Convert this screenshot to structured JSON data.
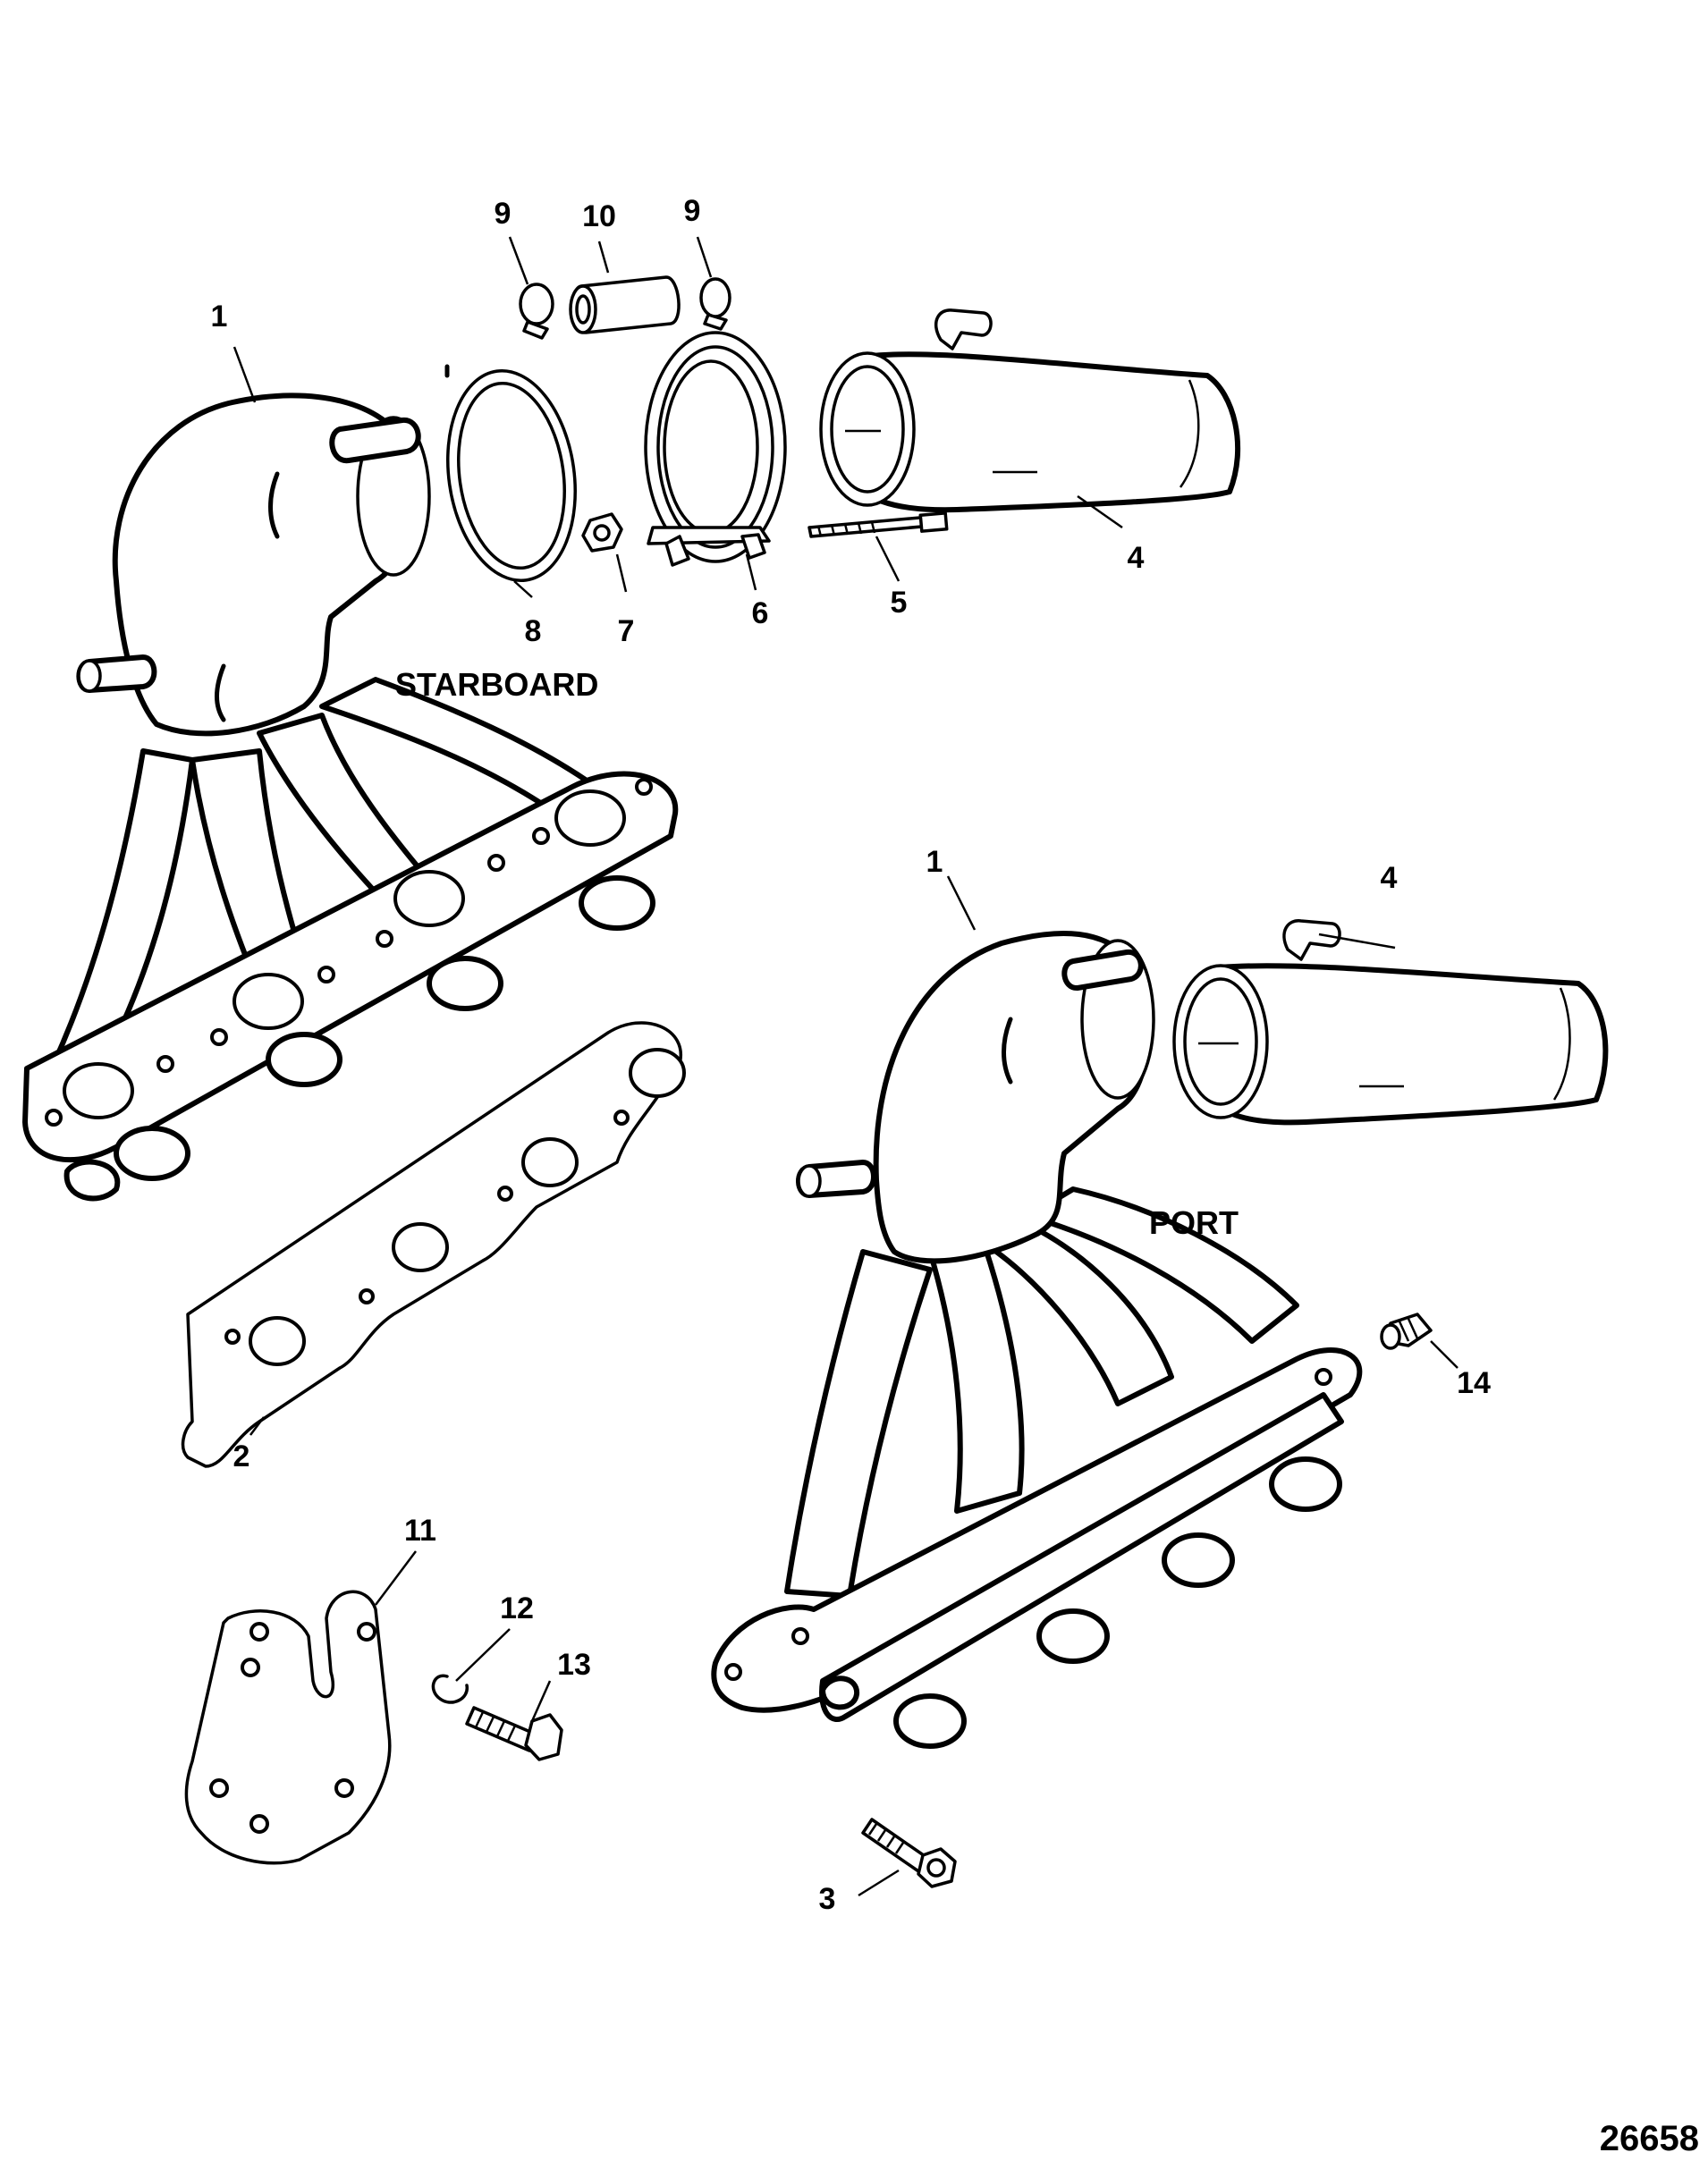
{
  "diagram": {
    "figure_number": "26658",
    "side_labels": {
      "starboard": "STARBOARD",
      "port": "PORT"
    },
    "callouts": {
      "c1_starboard": "1",
      "c1_port": "1",
      "c2": "2",
      "c3": "3",
      "c4_starboard": "4",
      "c4_port": "4",
      "c5": "5",
      "c6": "6",
      "c7": "7",
      "c8": "8",
      "c9_left": "9",
      "c9_right": "9",
      "c10": "10",
      "c11": "11",
      "c12": "12",
      "c13": "13",
      "c14": "14"
    }
  }
}
